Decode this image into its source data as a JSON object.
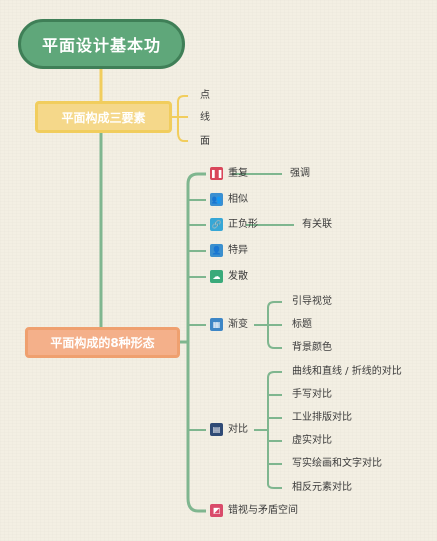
{
  "root": {
    "label": "平面设计基本功"
  },
  "elements": {
    "label": "平面构成三要素",
    "items": [
      "点",
      "线",
      "面"
    ]
  },
  "forms": {
    "label": "平面构成的8种形态",
    "items": [
      {
        "label": "重复",
        "icon": "pause-bars-icon",
        "color": "#d9465a",
        "sub": [
          "强调"
        ]
      },
      {
        "label": "相似",
        "icon": "two-people-icon",
        "color": "#3b8fd1",
        "sub": []
      },
      {
        "label": "正负形",
        "icon": "link-icon",
        "color": "#37a7d6",
        "sub": [
          "有关联"
        ]
      },
      {
        "label": "特异",
        "icon": "person-icon",
        "color": "#3a8fce",
        "sub": []
      },
      {
        "label": "发散",
        "icon": "sunrise-icon",
        "color": "#3aaa7a",
        "sub": []
      },
      {
        "label": "渐变",
        "icon": "picture-icon",
        "color": "#3d86c6",
        "sub": [
          "引导视觉",
          "标题",
          "背景颜色"
        ]
      },
      {
        "label": "对比",
        "icon": "photo-card-icon",
        "color": "#2f4a75",
        "sub": [
          "曲线和直线 / 折线的对比",
          "手写对比",
          "工业排版对比",
          "虚实对比",
          "写实绘画和文字对比",
          "相反元素对比"
        ]
      },
      {
        "label": "错视与矛盾空间",
        "icon": "split-icon",
        "color": "#d94b6a",
        "sub": []
      }
    ]
  }
}
